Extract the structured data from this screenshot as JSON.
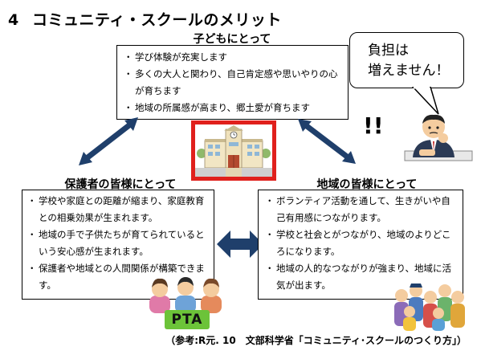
{
  "title": {
    "number": "4",
    "text": "コミュニティ・スクールのメリット"
  },
  "children": {
    "heading": "子どもにとって",
    "items": [
      "学び体験が充実します",
      "多くの大人と関わり、自己肯定感や思いやりの心が育ちます",
      "地域の所属感が高まり、郷土愛が育ちます"
    ]
  },
  "guardians": {
    "heading": "保護者の皆様にとって",
    "items": [
      "学校や家庭との距離が縮まり、家庭教育との相乗効果が生まれます。",
      "地域の手で子供たちが育てられているという安心感が生まれます。",
      "保護者や地域との人間関係が構築できます。"
    ]
  },
  "community": {
    "heading": "地域の皆様にとって",
    "items": [
      "ボランティア活動を通して、生きがいや自己有用感につながります。",
      "学校と社会とがつながり、地域のよりどころになります。",
      "地域の人的なつながりが強まり、地域に活気が出ます。"
    ]
  },
  "callout": {
    "line1": "負担は",
    "line2": "増えません！"
  },
  "exclaim": "!!",
  "pta_label": "PTA",
  "citation": "（参考:R元. 10　文部科学省「コミュニティ･スクールのつくり方」）",
  "colors": {
    "arrow": "#1f3f6b",
    "school_frame": "#e0201c",
    "pta_sign": "#6cc339"
  },
  "icons": [
    "school-building-icon",
    "businessman-icon",
    "pta-parents-icon",
    "community-people-icon"
  ]
}
